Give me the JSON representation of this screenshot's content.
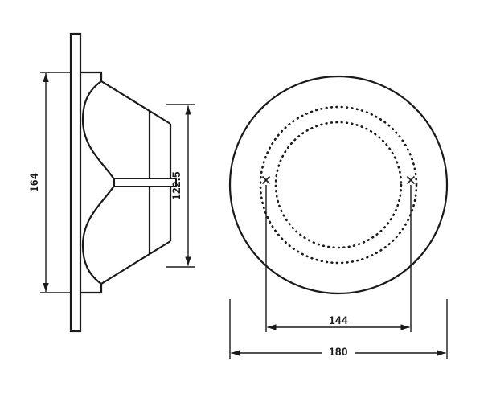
{
  "drawing": {
    "side_view": {
      "outer_dim": "164",
      "inner_dim": "122.5"
    },
    "front_view": {
      "bolt_spacing_dim": "144",
      "outer_diameter_dim": "180"
    },
    "colors": {
      "line": "#1a1a1a",
      "background": "#ffffff"
    }
  }
}
